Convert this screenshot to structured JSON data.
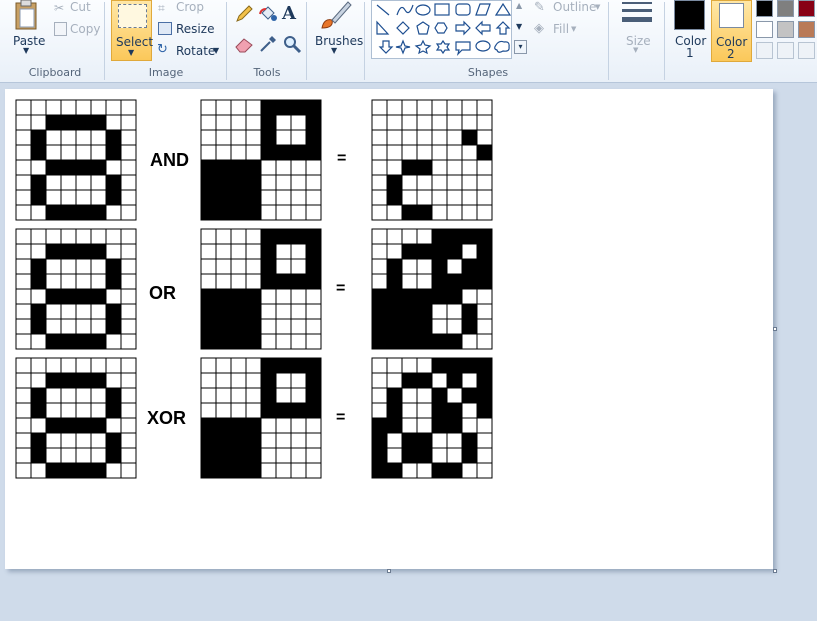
{
  "ribbon": {
    "clipboard": {
      "group": "Clipboard",
      "paste": "Paste",
      "cut": "Cut",
      "copy": "Copy"
    },
    "image": {
      "group": "Image",
      "select": "Select",
      "crop": "Crop",
      "resize": "Resize",
      "rotate": "Rotate"
    },
    "tools": {
      "group": "Tools"
    },
    "brushes": {
      "label": "Brushes"
    },
    "shapes": {
      "group": "Shapes",
      "outline": "Outline",
      "fill": "Fill"
    },
    "size": {
      "label": "Size"
    },
    "color1": {
      "line1": "Color",
      "line2": "1",
      "value": "#000000"
    },
    "color2": {
      "line1": "Color",
      "line2": "2",
      "value": "#ffffff"
    },
    "palette": [
      "#000000",
      "#7f7f7f",
      "#880015",
      "#ffffff",
      "#c3c3c3",
      "#b97a57"
    ]
  },
  "canvas": {
    "rows": [
      {
        "op": "AND",
        "eq": "=",
        "a": [
          "00000000",
          "00111100",
          "01000010",
          "01000010",
          "00111100",
          "01000010",
          "01000010",
          "00111100"
        ],
        "b": [
          "00001111",
          "00001001",
          "00001001",
          "00001111",
          "11110000",
          "11110000",
          "11110000",
          "11110000"
        ],
        "r": [
          "00000000",
          "00000000",
          "00000010",
          "00000001",
          "00110000",
          "01000000",
          "01000000",
          "00110000"
        ]
      },
      {
        "op": "OR",
        "eq": "=",
        "a": [
          "00000000",
          "00111100",
          "01000010",
          "01000010",
          "00111100",
          "01000010",
          "01000010",
          "00111100"
        ],
        "b": [
          "00001111",
          "00001001",
          "00001001",
          "00001111",
          "11110000",
          "11110000",
          "11110000",
          "11110000"
        ],
        "r": [
          "00001111",
          "00111101",
          "01001011",
          "01001111",
          "11111100",
          "11110010",
          "11110010",
          "11111100"
        ]
      },
      {
        "op": "XOR",
        "eq": "=",
        "a": [
          "00000000",
          "00111100",
          "01000010",
          "01000010",
          "00111100",
          "01000010",
          "01000010",
          "00111100"
        ],
        "b": [
          "00001111",
          "00001001",
          "00001001",
          "00001111",
          "11110000",
          "11110000",
          "11110000",
          "11110000"
        ],
        "r": [
          "00001111",
          "00110101",
          "01001011",
          "01001101",
          "11001100",
          "10110010",
          "10110010",
          "11001100"
        ]
      }
    ]
  }
}
